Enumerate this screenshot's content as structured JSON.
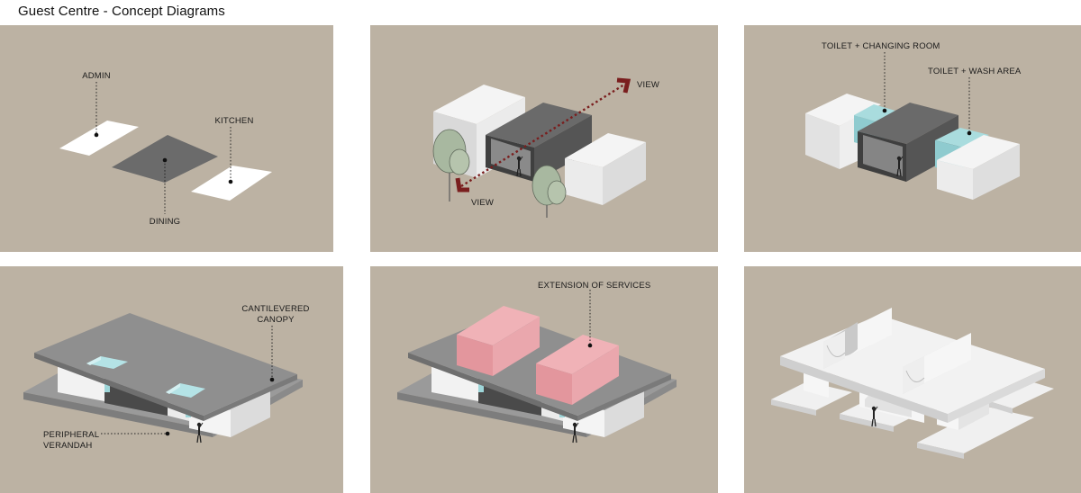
{
  "page_title": "Guest Centre - Concept Diagrams",
  "colors": {
    "panel_bg": "#bcb2a3",
    "white_block": "#f2f2f2",
    "dark_block": "#6a6a6a",
    "service_glass": "#9ed6d9",
    "extension_pink": "#e8a0a6",
    "view_arrow": "#7a1e1e",
    "slab_grey": "#9c9c9c"
  },
  "panels": [
    {
      "id": "programme",
      "labels": {
        "admin": "ADMIN",
        "kitchen": "KITCHEN",
        "dining": "DINING"
      }
    },
    {
      "id": "views",
      "labels": {
        "view_top": "VIEW",
        "view_bottom": "VIEW"
      }
    },
    {
      "id": "services",
      "labels": {
        "toilet_changing": "TOILET + CHANGING ROOM",
        "toilet_wash": "TOILET + WASH AREA"
      }
    },
    {
      "id": "canopy",
      "labels": {
        "canopy_line1": "CANTILEVERED",
        "canopy_line2": "CANOPY",
        "verandah_line1": "PERIPHERAL",
        "verandah_line2": "VERANDAH"
      }
    },
    {
      "id": "extension",
      "labels": {
        "extension": "EXTENSION OF SERVICES"
      }
    },
    {
      "id": "roof-form",
      "labels": {}
    }
  ]
}
